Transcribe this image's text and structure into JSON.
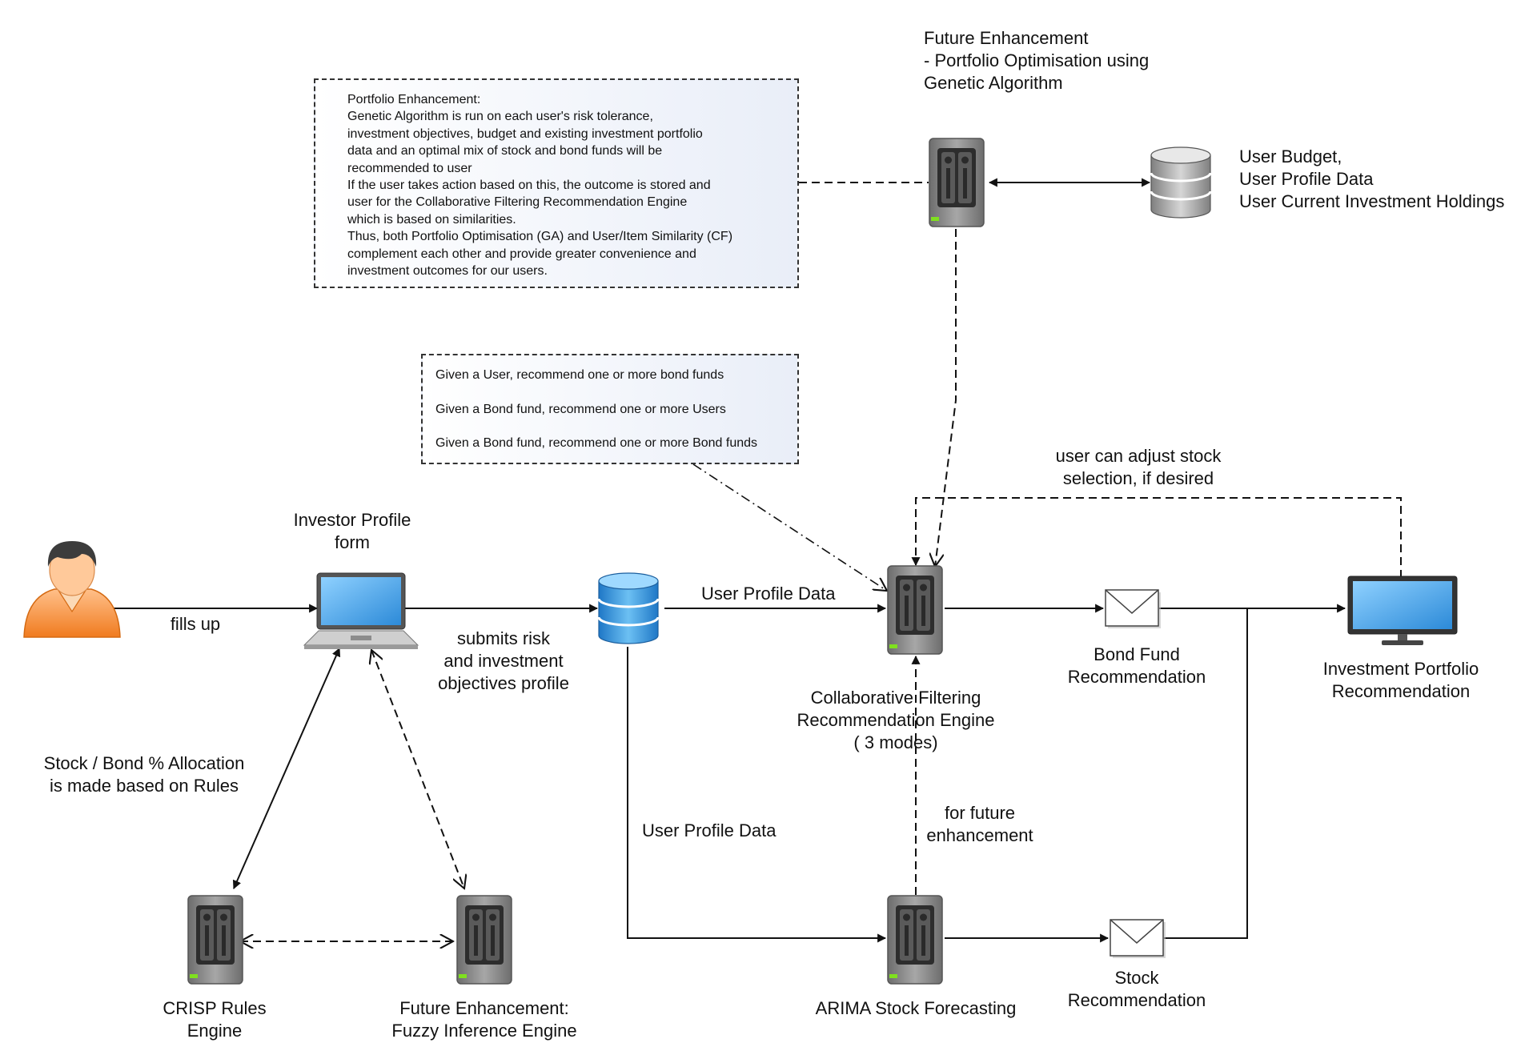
{
  "notes": {
    "portfolio_enhancement": "Portfolio Enhancement:\nGenetic Algorithm is run on each user's risk tolerance,\ninvestment objectives, budget and existing investment portfolio\ndata and an optimal mix of stock and bond funds will be\nrecommended to user\nIf the user takes action based on this, the outcome is stored and\nuser for the Collaborative Filtering Recommendation Engine\nwhich is based on similarities.\nThus, both Portfolio Optimisation (GA) and User/Item Similarity (CF)\ncomplement each other and provide greater convenience and\ninvestment outcomes for our users.",
    "cf_modes": [
      "Given a User, recommend one or more bond funds",
      "Given a Bond fund, recommend one or more Users",
      "Given a Bond fund, recommend one or more Bond funds"
    ]
  },
  "labels": {
    "ga_future": "Future Enhancement\n- Portfolio Optimisation using\nGenetic Algorithm",
    "user_db": "User Budget,\nUser Profile Data\nUser Current Investment Holdings",
    "investor_form": "Investor Profile\nform",
    "fills_up": "fills up",
    "submits": "submits risk\nand investment\nobjectives profile",
    "user_profile_data_top": "User Profile Data",
    "user_profile_data_bottom": "User Profile Data",
    "user_adjust": "user can adjust stock\nselection, if desired",
    "bond_fund_rec": "Bond Fund\nRecommendation",
    "investment_portfolio": "Investment Portfolio\nRecommendation",
    "cf_engine": "Collaborative Filtering\nRecommendation Engine\n( 3 modes)",
    "allocation": "Stock / Bond % Allocation\nis made based on Rules",
    "future_enh_arrow": "for future\nenhancement",
    "crisp": "CRISP Rules\nEngine",
    "fuzzy": "Future Enhancement:\nFuzzy Inference Engine",
    "arima": "ARIMA Stock Forecasting",
    "stock_rec": "Stock\nRecommendation"
  },
  "icons": {
    "server": "server-icon",
    "database": "database-icon",
    "user": "user-icon",
    "laptop": "laptop-icon",
    "monitor": "monitor-icon",
    "envelope": "envelope-icon"
  },
  "colors": {
    "user_orange": "#f7923a",
    "db_blue": "#3a9be0",
    "server_grey": "#8a8a8a",
    "note_fill": "#e9eef8"
  }
}
